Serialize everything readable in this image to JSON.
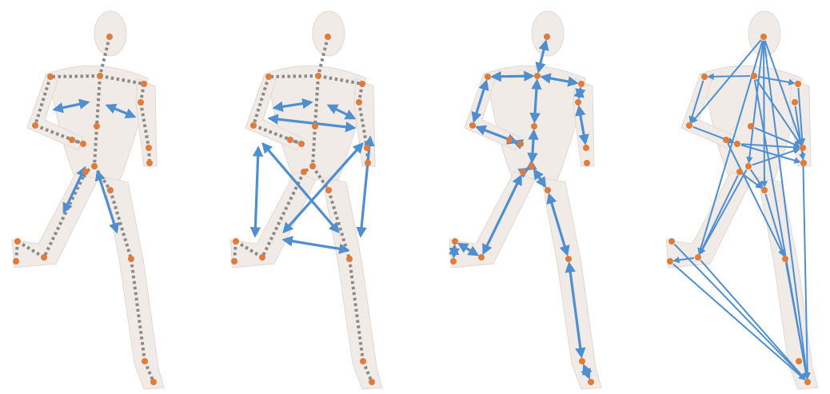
{
  "figure": {
    "panels": [
      {
        "id": "panel-1",
        "style": "dotted-skeleton-with-symmetric-arrows"
      },
      {
        "id": "panel-2",
        "style": "dotted-skeleton-with-cross-arrows"
      },
      {
        "id": "panel-3",
        "style": "solid-kinematic-tree-arrows"
      },
      {
        "id": "panel-4",
        "style": "dense-long-range-connections"
      }
    ],
    "colors": {
      "joint": "#e07b39",
      "arrow": "#4f8fcf",
      "bone_dotted": "#8a8a8a",
      "body_fill": "#f1ebe8",
      "body_stroke": "#e2d8d4"
    }
  }
}
